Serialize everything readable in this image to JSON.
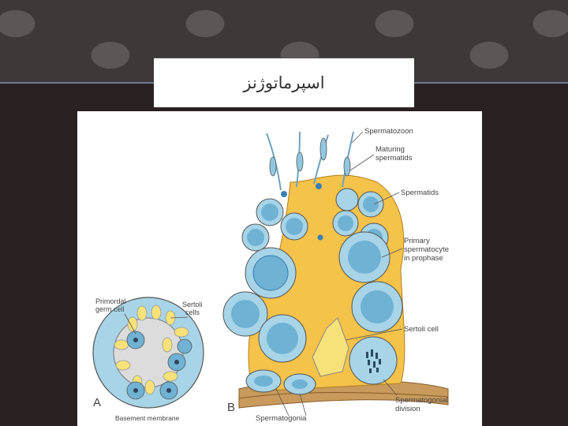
{
  "slide": {
    "title": "اسپرماتوژنز"
  },
  "figure": {
    "panel_a": {
      "letter": "A",
      "label_primordial_line1": "Primordal",
      "label_primordial_line2": "germ cell",
      "label_sertoli_line1": "Sertoli",
      "label_sertoli_line2": "cells",
      "label_basement": "Basement membrane"
    },
    "panel_b": {
      "letter": "B",
      "label_spermatozoon": "Spermatozoon",
      "label_maturing_line1": "Maturing",
      "label_maturing_line2": "spermatids",
      "label_spermatids": "Spermatids",
      "label_primary_line1": "Primary",
      "label_primary_line2": "spermatocyte",
      "label_primary_line3": "in prophase",
      "label_sertoli": "Sertoli cell",
      "label_division_line1": "Spermatogonial",
      "label_division_line2": "division",
      "label_spermatogonia": "Spermatogonia"
    },
    "colors": {
      "cell_blue": "#a8d4e8",
      "nucleus_blue": "#6fb2d4",
      "cytoplasm_yellow": "#f5c24a",
      "sertoli_yellow": "#f7e27a",
      "membrane_brown": "#b07a3a"
    }
  }
}
